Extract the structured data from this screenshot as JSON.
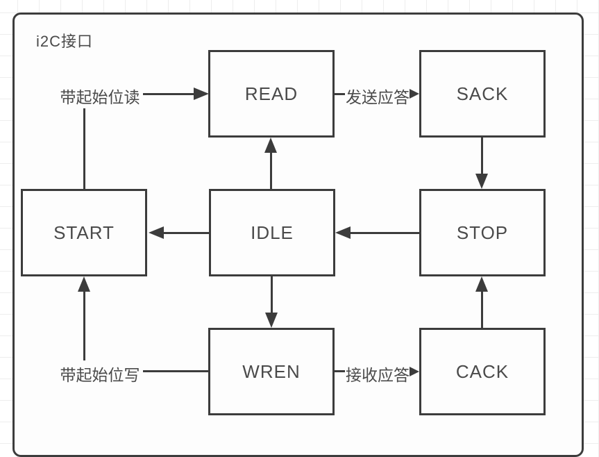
{
  "diagram": {
    "title": "i2C接口",
    "type": "state-machine",
    "nodes": {
      "read": {
        "label": "READ"
      },
      "sack": {
        "label": "SACK"
      },
      "start": {
        "label": "START"
      },
      "idle": {
        "label": "IDLE"
      },
      "stop": {
        "label": "STOP"
      },
      "wren": {
        "label": "WREN"
      },
      "cack": {
        "label": "CACK"
      }
    },
    "edges": [
      {
        "from": "START",
        "to": "READ",
        "label": "带起始位读"
      },
      {
        "from": "READ",
        "to": "SACK",
        "label": "发送应答"
      },
      {
        "from": "WREN",
        "to": "START",
        "label": "带起始位写"
      },
      {
        "from": "WREN",
        "to": "CACK",
        "label": "接收应答"
      },
      {
        "from": "SACK",
        "to": "STOP",
        "label": ""
      },
      {
        "from": "STOP",
        "to": "IDLE",
        "label": ""
      },
      {
        "from": "IDLE",
        "to": "START",
        "label": ""
      },
      {
        "from": "IDLE",
        "to": "READ",
        "label": ""
      },
      {
        "from": "IDLE",
        "to": "WREN",
        "label": ""
      },
      {
        "from": "CACK",
        "to": "STOP",
        "label": ""
      }
    ],
    "colors": {
      "stroke": "#3c3c3c",
      "text": "#4a4a4a",
      "grid": "#ededed",
      "background": "#ffffff"
    }
  }
}
